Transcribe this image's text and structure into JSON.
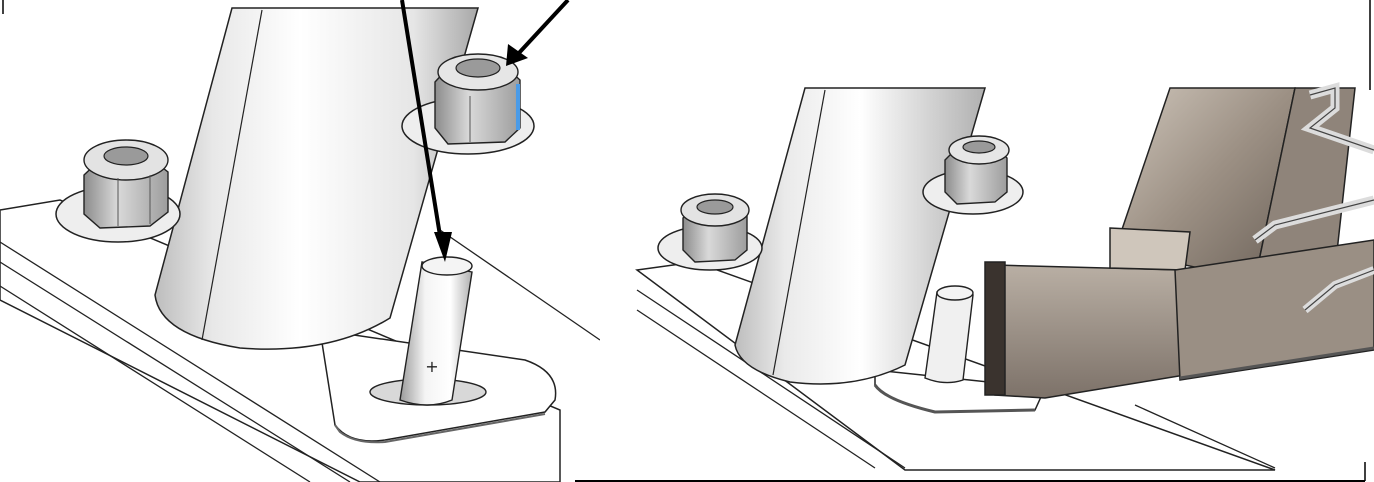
{
  "figure": {
    "left_view_label": "",
    "right_view_label": ""
  },
  "callouts": {
    "count": 2,
    "targets": [
      "locating-pin",
      "flange-nut"
    ]
  },
  "markers": {
    "pin_center_symbol": "+"
  },
  "colors": {
    "arrow": "#000000",
    "metal_light": "#f2f2f2",
    "metal_mid": "#c8c8c8",
    "metal_dark": "#7a7a7a",
    "tube_brown": "#8a7e72",
    "tube_brown_dark": "#3a332e",
    "highlight_blue": "#4a9be8"
  }
}
